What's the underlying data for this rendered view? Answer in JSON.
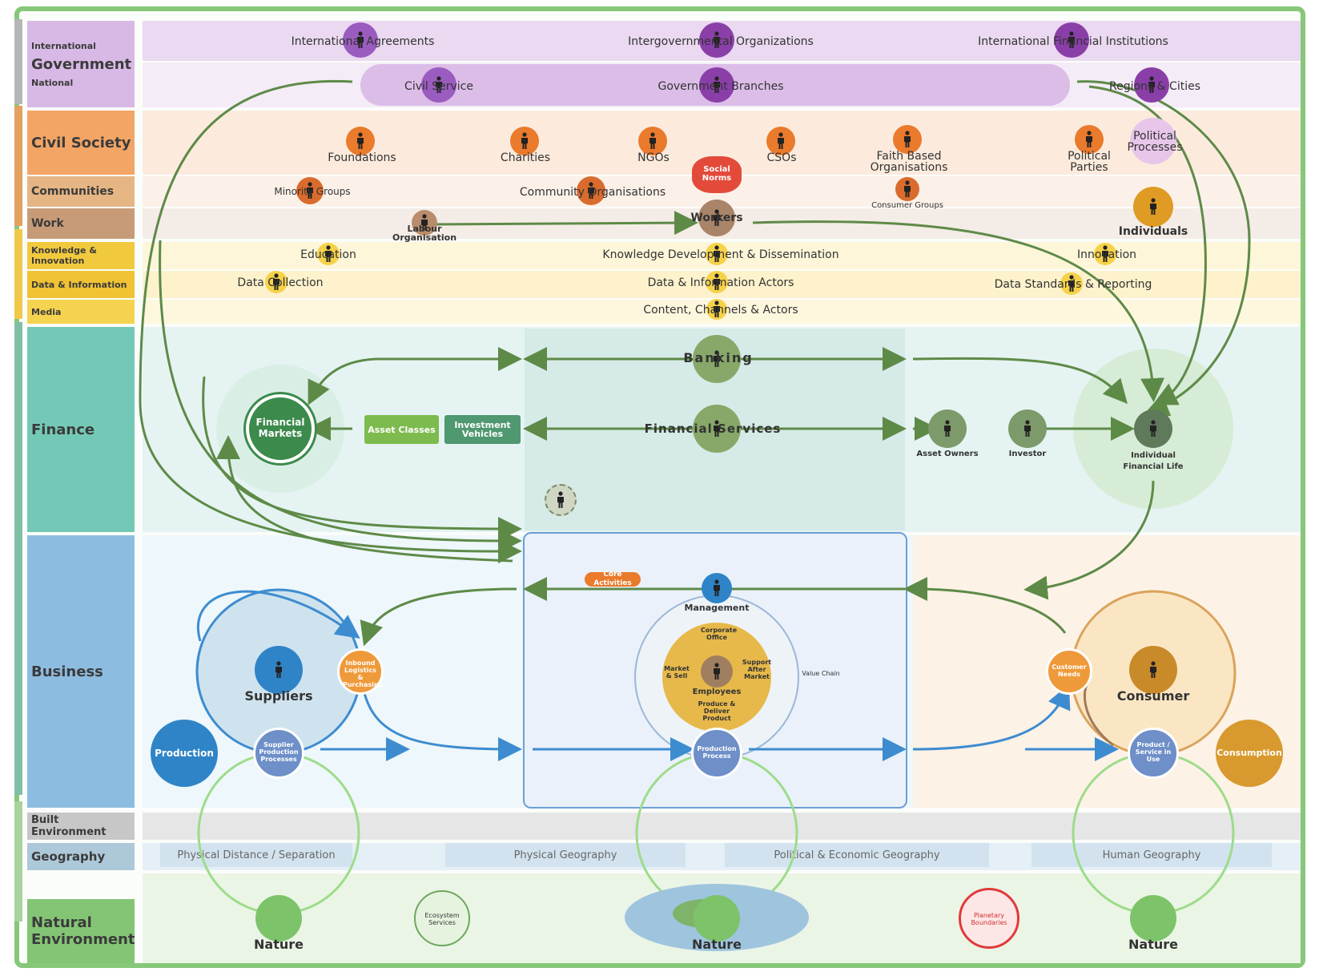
{
  "colors": {
    "frame": "#86c77a",
    "government": "#c49bd6",
    "civil": "#f29b55",
    "communities": "#e8b07a",
    "work": "#c79a76",
    "knowledge": "#f3cc3c",
    "finance": "#6cc9b7",
    "business": "#7fb6dc",
    "built": "#bfbfbf",
    "geography": "#a9c5d8",
    "natural": "#7dc16f"
  },
  "labels": {
    "government": {
      "top": "International",
      "main": "Government",
      "bottom": "National"
    },
    "civil_society": "Civil Society",
    "communities": "Communities",
    "work": "Work",
    "knowledge": "Knowledge & Innovation",
    "data": "Data & Information",
    "media": "Media",
    "finance": "Finance",
    "business": "Business",
    "built": "Built Environment",
    "geography": "Geography",
    "natural": "Natural Environment"
  },
  "government": {
    "international": [
      "International Agreements",
      "Intergovernmental Organizations",
      "International Financial Institutions"
    ],
    "national": [
      "Civil Service",
      "Government Branches",
      "Regions & Cities"
    ]
  },
  "civil": {
    "foundations": "Foundations",
    "charities": "Charities",
    "ngos": "NGOs",
    "csos": "CSOs",
    "faith": "Faith Based Organisations",
    "parties": "Political Parties",
    "processes": "Political Processes",
    "social_norms": "Social Norms"
  },
  "communities": {
    "minority": "Minority Groups",
    "community": "Community Organisations",
    "consumer": "Consumer Groups",
    "individuals": "Individuals"
  },
  "work": {
    "labour": "Labour Organisation",
    "workers": "Workers"
  },
  "knowledge": {
    "education": "Education",
    "kdd": "Knowledge Development & Dissemination",
    "innovation": "Innovation"
  },
  "data": {
    "collection": "Data Collection",
    "actors": "Data & Information Actors",
    "standards": "Data Standards & Reporting"
  },
  "media": {
    "content": "Content, Channels & Actors"
  },
  "finance": {
    "banking": "Banking",
    "financial_services": "Financial Services",
    "markets": "Financial Markets",
    "asset_classes": "Asset Classes",
    "investment_vehicles": "Investment Vehicles",
    "asset_owners": "Asset Owners",
    "investor": "Investor",
    "individual_fin": "Individual Financial Life"
  },
  "business": {
    "suppliers": "Suppliers",
    "consumer": "Consumer",
    "production": "Production",
    "consumption": "Consumption",
    "management": "Management",
    "employees": "Employees",
    "value_chain": "Value Chain",
    "core_activities": "Core Activities",
    "customer_needs": "Customer Needs",
    "inbound": "Inbound Logistics & Purchasing",
    "supplier_production": "Supplier Production Processes",
    "production_process": "Production Process",
    "product_use": "Product / Service in Use",
    "corp_office": "Corporate Office",
    "market_sell": "Market & Sell",
    "support": "Support After Market",
    "produce": "Produce & Deliver Product"
  },
  "geography": {
    "s1": "Physical Distance / Separation",
    "s2": "Physical Geography",
    "s3": "Political & Economic Geography",
    "s4": "Human Geography"
  },
  "natural": {
    "nature": "Nature",
    "ecosystem": "Ecosystem Services",
    "planetary": "Planetary Boundaries"
  }
}
